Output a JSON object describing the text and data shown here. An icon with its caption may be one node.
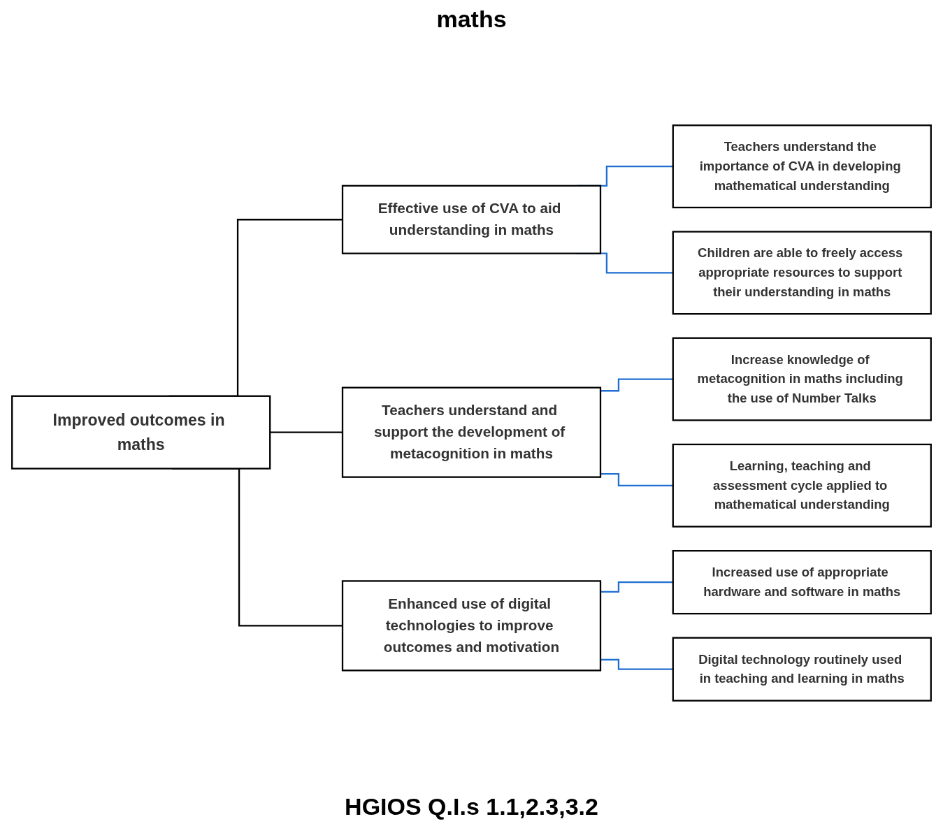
{
  "diagram": {
    "title": "maths",
    "nodes": [
      {
        "text": [
          "Improved outcomes in maths"
        ]
      },
      {
        "text": [
          "Effective use of CVA to aid understanding in maths"
        ]
      },
      {
        "text": [
          "Teachers understand and support the development of metacognition in maths"
        ]
      },
      {
        "text": [
          "Enhanced use of digital technologies to improve outcomes and motivation"
        ]
      },
      {
        "text": [
          "Teachers understand the importance of CVA in developing mathematical understanding"
        ]
      },
      {
        "text": [
          "Children are able to freely access appropriate resources to support their understanding in maths"
        ]
      },
      {
        "text": [
          "Increase knowledge of metacognition in maths including the use of Number Talks"
        ]
      },
      {
        "text": [
          "Learning, teaching and assessment cycle applied to mathematical understanding"
        ]
      },
      {
        "text": [
          "Increased use of appropriate hardware and software in maths"
        ]
      },
      {
        "text": [
          "Digital technology routinely used in teaching and learning in maths"
        ]
      }
    ],
    "edges": [
      {
        "from": 0,
        "to": 1,
        "arrow": "none",
        "color": "#000000"
      },
      {
        "from": 0,
        "to": 2,
        "arrow": "none",
        "color": "#000000"
      },
      {
        "from": 0,
        "to": 3,
        "arrow": "none",
        "color": "#000000"
      },
      {
        "from": 1,
        "to": 4,
        "arrow": "none"
      },
      {
        "from": 1,
        "to": 5,
        "arrow": "none"
      },
      {
        "from": 2,
        "to": 6,
        "arrow": "none"
      },
      {
        "from": 2,
        "to": 7,
        "arrow": "none"
      },
      {
        "from": 3,
        "to": 8,
        "arrow": "none"
      },
      {
        "from": 3,
        "to": 9,
        "arrow": "none"
      }
    ],
    "labels": [
      "HGIOS Q.I.s 1.1,2.3,3.2"
    ]
  }
}
